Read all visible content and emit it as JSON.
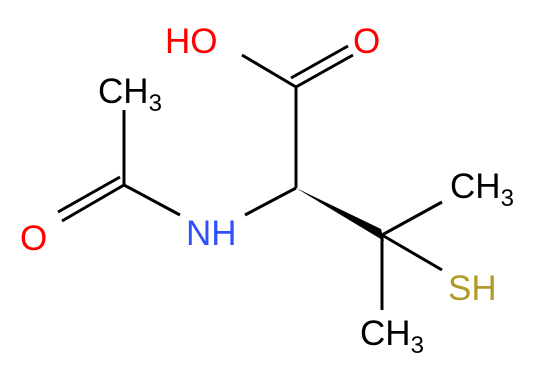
{
  "molecule": {
    "labels": {
      "oh": "HO",
      "carbonyl_o_acid": "O",
      "ch3_acetyl_c": "CH",
      "ch3_acetyl_sub": "3",
      "carbonyl_o_amide": "O",
      "nh": "NH",
      "ch3_top_c": "CH",
      "ch3_top_sub": "3",
      "sh": "SH",
      "ch3_bottom_c": "CH",
      "ch3_bottom_sub": "3"
    },
    "colors": {
      "carbon": "#000000",
      "oxygen": "#ff0000",
      "nitrogen": "#3050f8",
      "sulfur": "#b09a2a"
    }
  }
}
